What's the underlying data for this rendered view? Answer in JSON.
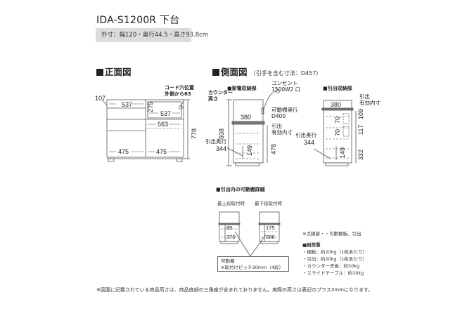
{
  "header": {
    "title": "IDA-S1200R 下台",
    "spec": "外寸：幅120・奥行44.5・高さ93.8cm"
  },
  "front_view": {
    "heading": "正面図",
    "cord_label_line1": "コード穴位置",
    "cord_label_line2": "外側から63",
    "dims": {
      "left_offset": "107",
      "top_left_width": "537",
      "top_right_width": "537",
      "top_right_height": "275",
      "inner_width": "563",
      "bottom_left": "475",
      "bottom_right": "475",
      "total_height": "778"
    }
  },
  "side_view": {
    "heading": "側面図",
    "heading_note": "（引手を含む寸法：D457）",
    "appliance": {
      "label": "■家電収納部",
      "outlet_line1": "コンセント",
      "outlet_line2": "1500W2 口",
      "counter_line1": "カウンター",
      "counter_line2": "高さ",
      "width": "380",
      "shelf_label_line1": "可動棚奥行",
      "shelf_label_line2": "D400",
      "drawer_label_line1": "引出",
      "drawer_label_line2": "有効内寸",
      "total_height": "938",
      "drawer_height": "478",
      "inner_height": "149",
      "depth_label": "引出奥行",
      "depth_value": "344"
    },
    "drawer_unit": {
      "label": "■引出収納部",
      "drawer_label_line1": "引出",
      "drawer_label_line2": "有効内寸",
      "width": "380",
      "h1": "70",
      "h2": "70",
      "h3": "149",
      "d1": "109",
      "d2": "117",
      "d3": "332",
      "depth_label": "引出奥行",
      "depth_value": "344"
    }
  },
  "shelf_detail": {
    "heading": "■引出内の可動棚詳細",
    "top_label": "最上段取付時",
    "bottom_label": "最下段取付時",
    "top_dims": [
      "85",
      "376"
    ],
    "bottom_dims": [
      "175",
      "286"
    ],
    "callout_line1": "可動棚",
    "callout_line2": "※取付けピッチ30mm（4段）"
  },
  "notes": {
    "dotted": "※点線部・・可動棚板、引出",
    "load_heading": "■耐荷重",
    "loads": [
      "・棚板：約20kg（1枚あたり）",
      "・引出：約20kg（1枚あたり）",
      "・カウンター天板：約50kg",
      "・スライドテーブル：約10kg"
    ]
  },
  "footer": "※図面に記載されている商品高さは、商品底部の三角座が含まれておりません。実際の高さは表記のプラス3mmになります。"
}
